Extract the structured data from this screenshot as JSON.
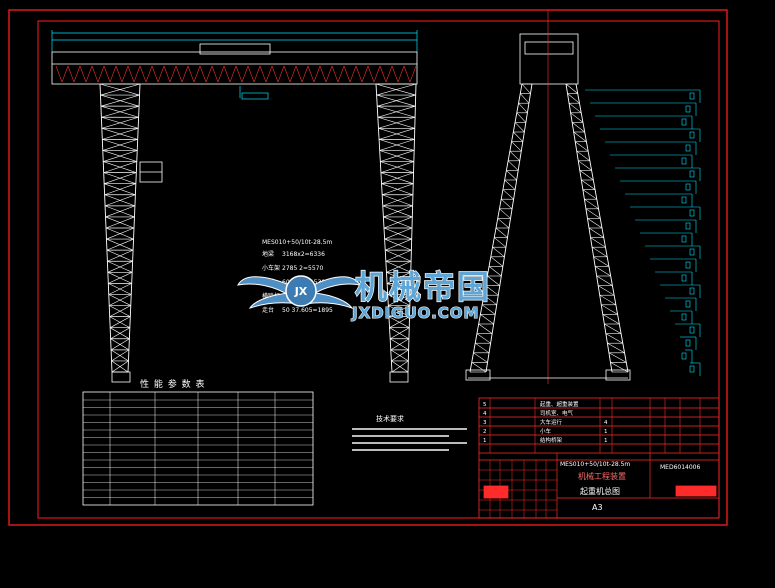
{
  "colors": {
    "background": "#000000",
    "border": "#ff1c1c",
    "structure": "#ffffff",
    "dimension": "#00e5ff",
    "titleblock": "#ff2a2a",
    "watermark_fill": "#5fa6d6",
    "watermark_stroke": "#ffffff",
    "note_text": "#d8d8d8"
  },
  "watermark": {
    "title": "机械帝国",
    "url": "JXDIGUO.COM",
    "badge": "JX"
  },
  "spec_block": {
    "heading": "MES010+50/10t-28.5m",
    "rows": [
      {
        "label": "地梁",
        "value": "3168x2=6336"
      },
      {
        "label": "小车架",
        "value": "2785 2=5570"
      },
      {
        "label": "斜撑",
        "value": "60 38.2=1530"
      },
      {
        "label": "横联杆",
        "value": "70 11=770"
      },
      {
        "label": "走台",
        "value": "50 37.605=1895"
      }
    ]
  },
  "performance_table": {
    "title": "性 能 参 数 表"
  },
  "tech_requirements": {
    "title": "技术要求"
  },
  "titleblock": {
    "model": "MES010+50/10t-28.5m",
    "drawing_no": "MED6014006",
    "drawing_name": "起重机总图",
    "subtitle": "机械工程装置",
    "sheet": "A3",
    "parts": [
      {
        "no": "5",
        "name": "起重、超重装置"
      },
      {
        "no": "4",
        "name": "司机室、电气"
      },
      {
        "no": "3",
        "name": "大车运行",
        "qty": "4"
      },
      {
        "no": "2",
        "name": "小车",
        "qty": "1"
      },
      {
        "no": "1",
        "name": "结构桥架",
        "qty": "1"
      }
    ]
  }
}
